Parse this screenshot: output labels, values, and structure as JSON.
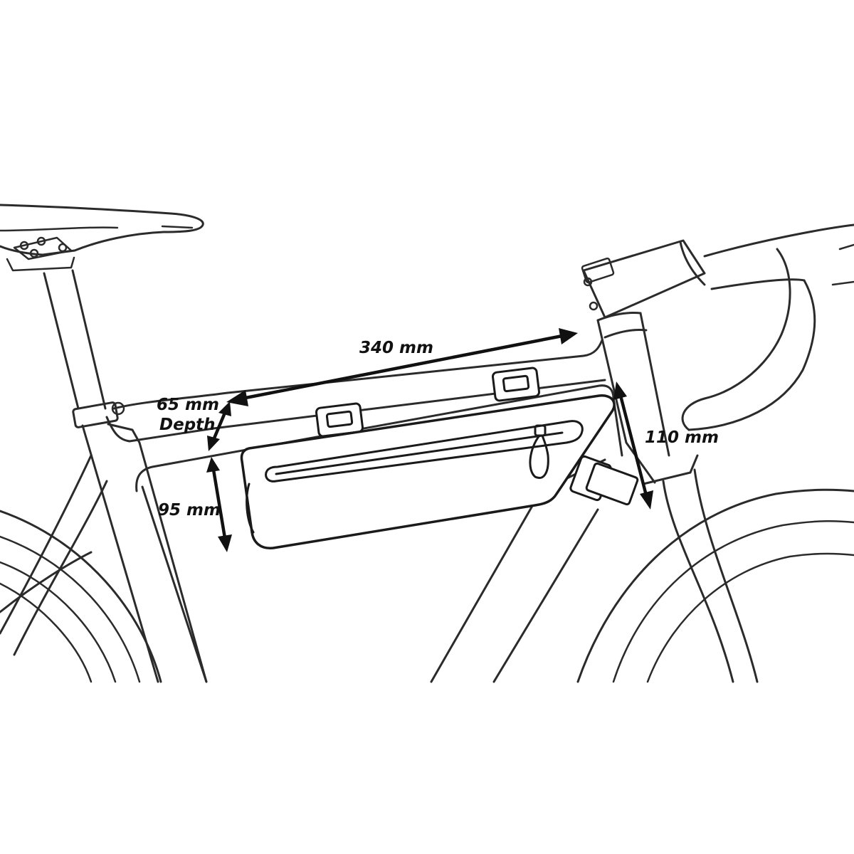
{
  "dimensions": {
    "length": "340 mm",
    "depth_value": "65 mm",
    "depth_word": "Depth",
    "rear_height": "95 mm",
    "front_height": "110 mm"
  }
}
